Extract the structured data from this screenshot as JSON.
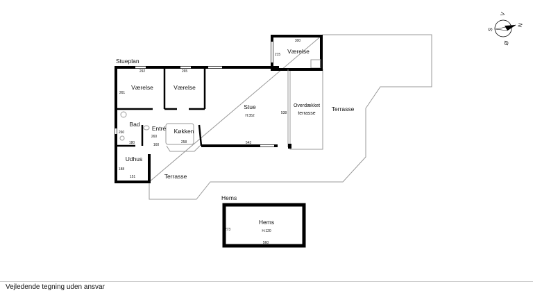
{
  "plan": {
    "section_ground": "Stueplan",
    "section_loft": "Hems",
    "rooms": {
      "vaerelse1": {
        "name": "Værelse",
        "dim_top": "292",
        "dim_side": "261"
      },
      "vaerelse2": {
        "name": "Værelse",
        "dim_top": "265"
      },
      "vaerelse3": {
        "name": "Værelse",
        "dim_top": "300",
        "dim_side": "215"
      },
      "stue": {
        "name": "Stue",
        "height": "H:352",
        "dim_side": "538",
        "dim_bottom": "543"
      },
      "overdaekket": {
        "name_line1": "Overdækket",
        "name_line2": "terrasse"
      },
      "terrasse_east": {
        "name": "Terrasse"
      },
      "terrasse_south": {
        "name": "Terrasse"
      },
      "bad": {
        "name": "Bad",
        "dim_side": "260",
        "dim_bottom": "180"
      },
      "entre": {
        "name": "Entré",
        "dim": "260",
        "dim2": "160"
      },
      "koekken": {
        "name": "Køkken",
        "dim_bottom": "258"
      },
      "udhus": {
        "name": "Udhus",
        "dim_side": "188",
        "dim_bottom": "151"
      },
      "hems": {
        "name": "Hems",
        "height": "H:120",
        "dim_side": "273",
        "dim_bottom": "560"
      }
    },
    "compass": {
      "north": "N",
      "south": "S",
      "west": "V",
      "east": "Ø"
    }
  },
  "footer": {
    "disclaimer": "Vejledende tegning uden ansvar"
  }
}
